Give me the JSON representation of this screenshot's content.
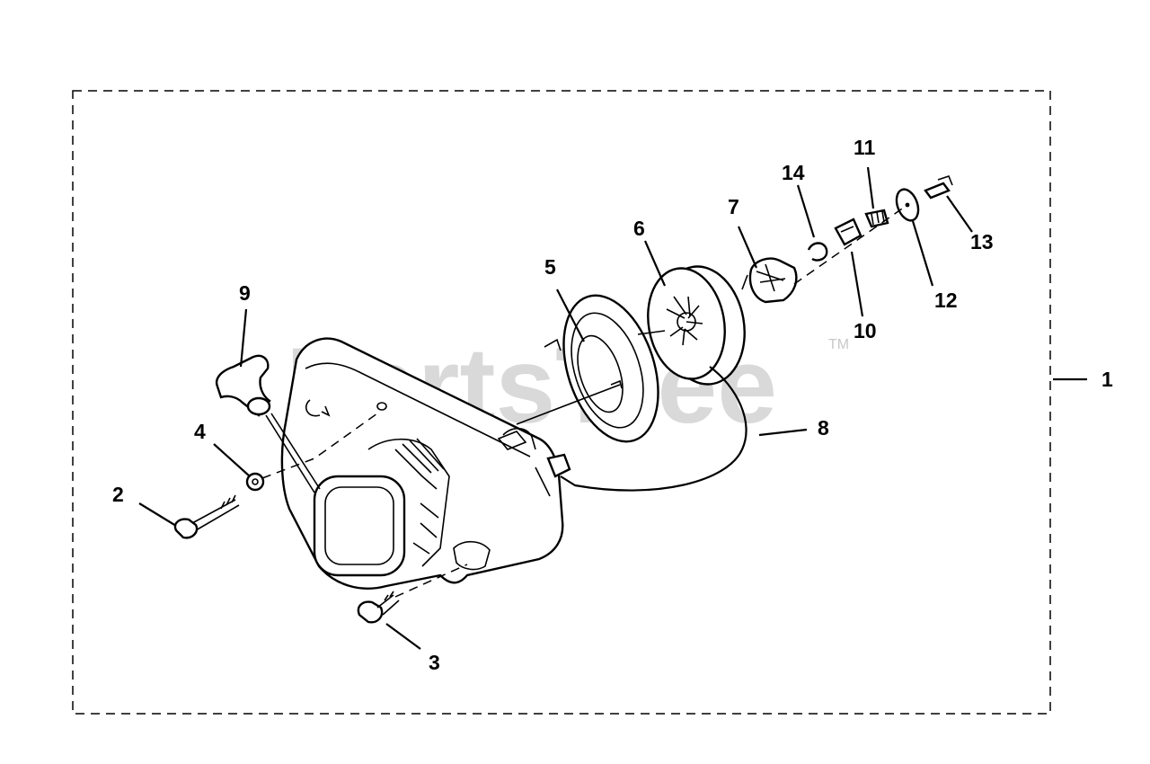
{
  "watermark": {
    "text": "PartsTree",
    "trademark": "TM"
  },
  "callouts": [
    {
      "number": "1"
    },
    {
      "number": "2"
    },
    {
      "number": "3"
    },
    {
      "number": "4"
    },
    {
      "number": "5"
    },
    {
      "number": "6"
    },
    {
      "number": "7"
    },
    {
      "number": "8"
    },
    {
      "number": "9"
    },
    {
      "number": "10"
    },
    {
      "number": "11"
    },
    {
      "number": "12"
    },
    {
      "number": "13"
    },
    {
      "number": "14"
    }
  ]
}
